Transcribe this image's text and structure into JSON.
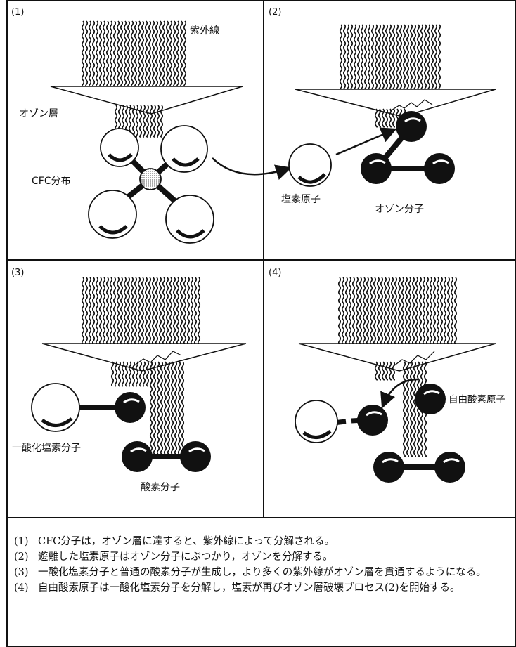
{
  "panels": [
    {
      "number": "(1)",
      "labels": {
        "uv": "紫外線",
        "ozone_layer": "オゾン層",
        "cfc": "CFC分布"
      }
    },
    {
      "number": "(2)",
      "labels": {
        "chlorine_atom": "塩素原子",
        "ozone_molecule": "オゾン分子"
      }
    },
    {
      "number": "(3)",
      "labels": {
        "clo_molecule": "一酸化塩素分子",
        "oxygen_molecule": "酸素分子"
      }
    },
    {
      "number": "(4)",
      "labels": {
        "free_oxygen": "自由酸素原子"
      }
    }
  ],
  "captions": [
    {
      "num": "(1)",
      "text": "CFC分子は，オゾン層に達すると、紫外線によって分解される。"
    },
    {
      "num": "(2)",
      "text": "遊離した塩素原子はオゾン分子にぶつかり，オゾンを分解する。"
    },
    {
      "num": "(3)",
      "text": "一酸化塩素分子と普通の酸素分子が生成し，より多くの紫外線がオゾン層を貫通するようになる。"
    },
    {
      "num": "(4)",
      "text": "自由酸素原子は一酸化塩素分子を分解し，塩素が再びオゾン層破壊プロセス(2)を開始する。"
    }
  ]
}
